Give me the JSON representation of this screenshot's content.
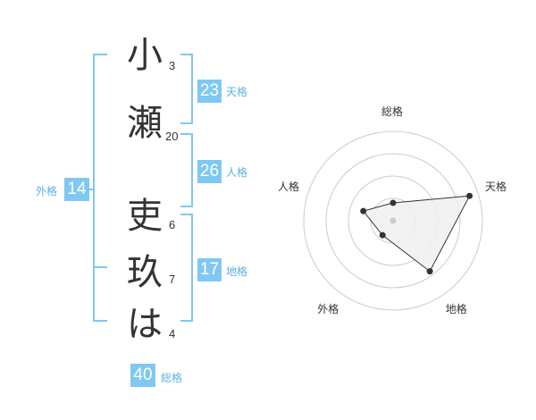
{
  "name": {
    "characters": [
      {
        "char": "小",
        "strokes": "3"
      },
      {
        "char": "瀬",
        "strokes": "20"
      },
      {
        "char": "吏",
        "strokes": "6"
      },
      {
        "char": "玖",
        "strokes": "7"
      },
      {
        "char": "は",
        "strokes": "4"
      }
    ]
  },
  "fortune": {
    "tenkaku": {
      "value": "23",
      "label": "天格"
    },
    "jinkaku": {
      "value": "26",
      "label": "人格"
    },
    "chikaku": {
      "value": "17",
      "label": "地格"
    },
    "gaikaku": {
      "value": "14",
      "label": "外格"
    },
    "soukaku": {
      "value": "40",
      "label": "総格"
    }
  },
  "chart_data": {
    "type": "radar",
    "axes": [
      "総格",
      "天格",
      "地格",
      "外格",
      "人格"
    ],
    "values": [
      0.2,
      0.9,
      0.7,
      0.2,
      0.35
    ],
    "rings": 4,
    "colors": {
      "fill": "#f0f0f0",
      "line": "#333333",
      "grid": "#cccccc",
      "center": "#cccccc"
    }
  }
}
